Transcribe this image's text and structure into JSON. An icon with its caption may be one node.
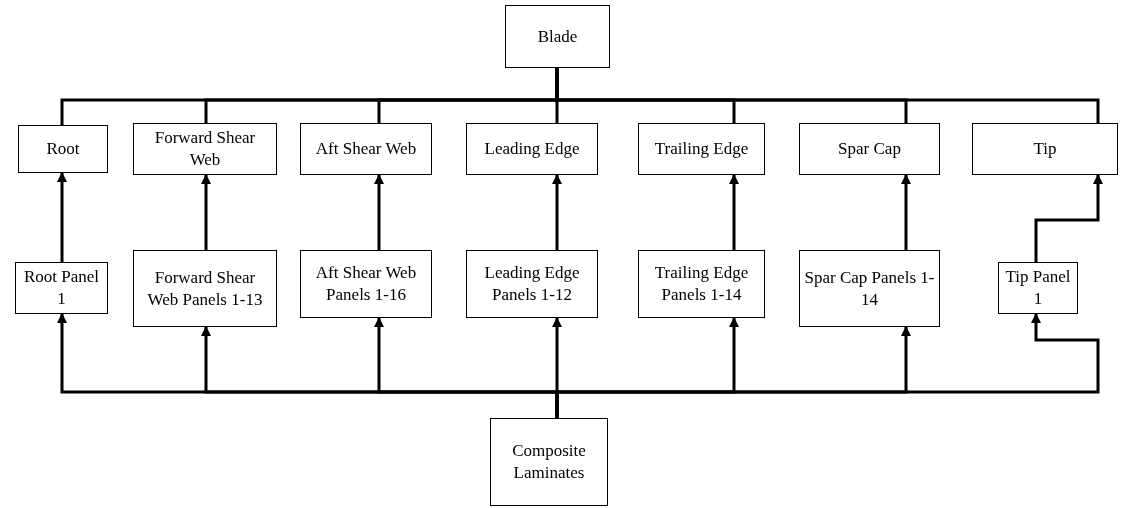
{
  "diagram": {
    "nodes": [
      {
        "text": [
          "Blade"
        ]
      },
      {
        "text": [
          "Root"
        ]
      },
      {
        "text": [
          "Forward Shear Web"
        ]
      },
      {
        "text": [
          "Aft Shear Web"
        ]
      },
      {
        "text": [
          "Leading Edge"
        ]
      },
      {
        "text": [
          "Trailing Edge"
        ]
      },
      {
        "text": [
          "Spar Cap"
        ]
      },
      {
        "text": [
          "Tip"
        ]
      },
      {
        "text": [
          "Root Panel 1"
        ]
      },
      {
        "text": [
          "Forward Shear Web Panels 1-13"
        ]
      },
      {
        "text": [
          "Aft Shear Web Panels 1-16"
        ]
      },
      {
        "text": [
          "Leading Edge Panels 1-12"
        ]
      },
      {
        "text": [
          "Trailing Edge Panels 1-14"
        ]
      },
      {
        "text": [
          "Spar Cap Panels 1-14"
        ]
      },
      {
        "text": [
          "Tip Panel 1"
        ]
      },
      {
        "text": [
          "Composite Laminates"
        ]
      }
    ],
    "edges": [
      {
        "from": 0,
        "to": 1,
        "arrow": "none"
      },
      {
        "from": 0,
        "to": 2,
        "arrow": "none"
      },
      {
        "from": 0,
        "to": 3,
        "arrow": "none"
      },
      {
        "from": 0,
        "to": 4,
        "arrow": "none"
      },
      {
        "from": 0,
        "to": 5,
        "arrow": "none"
      },
      {
        "from": 0,
        "to": 6,
        "arrow": "none"
      },
      {
        "from": 0,
        "to": 7,
        "arrow": "none"
      },
      {
        "from": 8,
        "to": 1,
        "arrow": "to"
      },
      {
        "from": 9,
        "to": 2,
        "arrow": "to"
      },
      {
        "from": 10,
        "to": 3,
        "arrow": "to"
      },
      {
        "from": 11,
        "to": 4,
        "arrow": "to"
      },
      {
        "from": 12,
        "to": 5,
        "arrow": "to"
      },
      {
        "from": 13,
        "to": 6,
        "arrow": "to"
      },
      {
        "from": 14,
        "to": 7,
        "arrow": "to"
      },
      {
        "from": 15,
        "to": 8,
        "arrow": "to"
      },
      {
        "from": 15,
        "to": 9,
        "arrow": "to"
      },
      {
        "from": 15,
        "to": 10,
        "arrow": "to"
      },
      {
        "from": 15,
        "to": 11,
        "arrow": "to"
      },
      {
        "from": 15,
        "to": 12,
        "arrow": "to"
      },
      {
        "from": 15,
        "to": 13,
        "arrow": "to"
      },
      {
        "from": 15,
        "to": 14,
        "arrow": "to"
      }
    ]
  }
}
